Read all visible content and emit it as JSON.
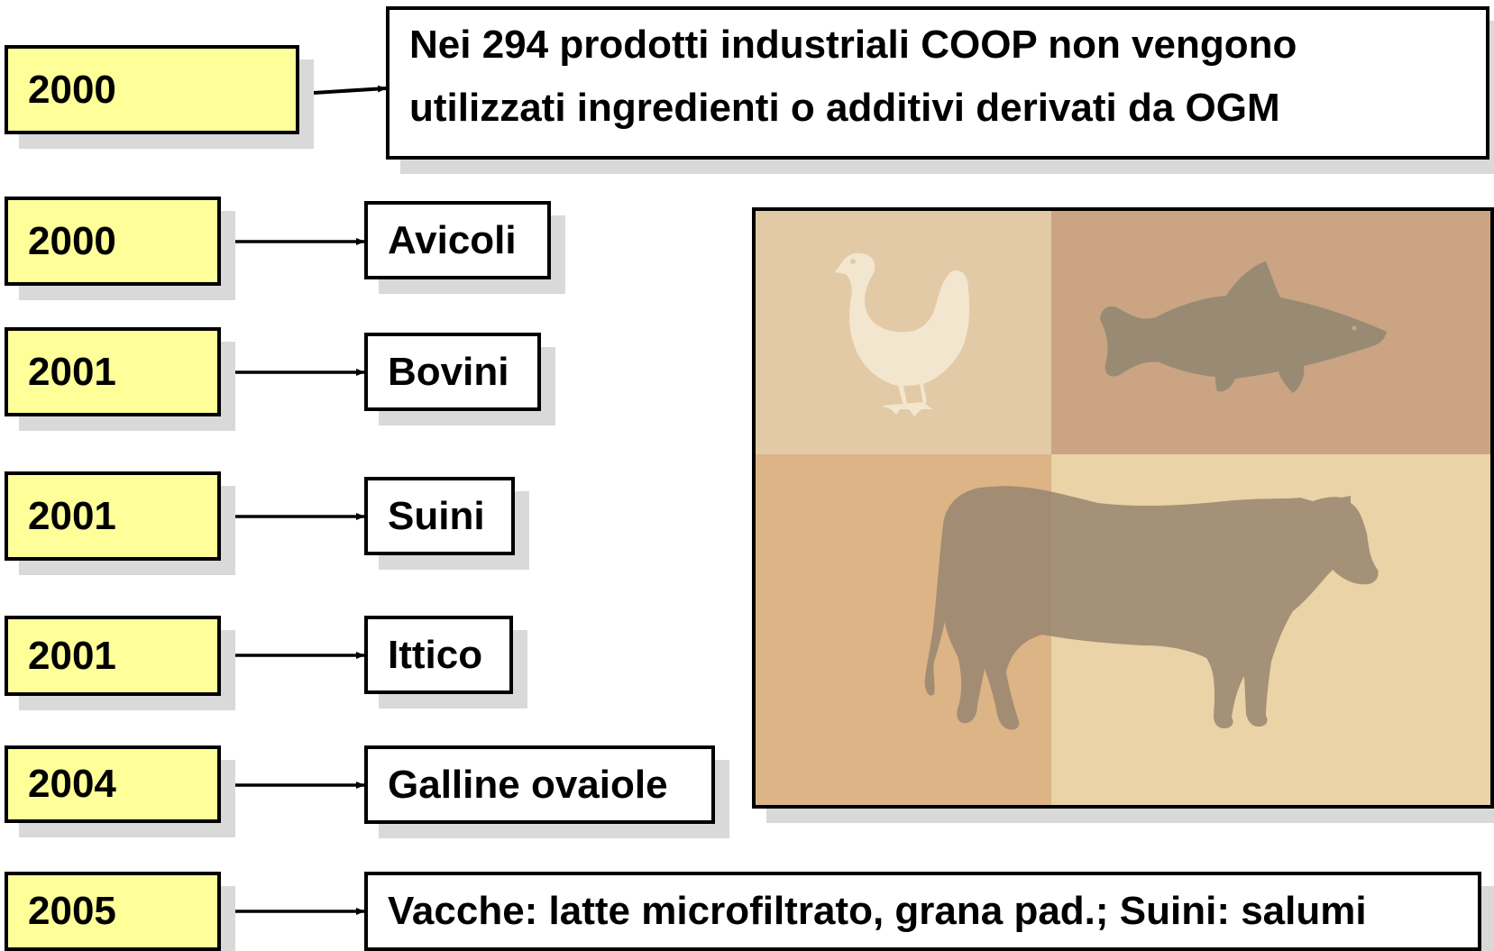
{
  "header": {
    "year": "2000",
    "text_line1": "Nei 294 prodotti industriali COOP non vengono",
    "text_line2": "utilizzati ingredienti o additivi derivati da OGM"
  },
  "timeline": [
    {
      "year": "2000",
      "label": "Avicoli"
    },
    {
      "year": "2001",
      "label": "Bovini"
    },
    {
      "year": "2001",
      "label": "Suini"
    },
    {
      "year": "2001",
      "label": "Ittico"
    },
    {
      "year": "2004",
      "label": "Galline ovaiole"
    },
    {
      "year": "2005",
      "label": "Vacche: latte microfiltrato, grana pad.; Suini: salumi"
    }
  ],
  "picture": {
    "icons": [
      "chicken-icon",
      "fish-icon",
      "cow-icon"
    ],
    "colors": {
      "top_left": "#e2caa6",
      "top_right": "#caa483",
      "bottom_left": "#dcb485",
      "bottom_right": "#e9d3a7",
      "chicken": "#f3e6cf",
      "fish": "#998a74",
      "cow": "#9b8672"
    }
  },
  "colors": {
    "year_box": "#ffff99",
    "border": "#000000",
    "shadow": "#d9d9d9"
  }
}
